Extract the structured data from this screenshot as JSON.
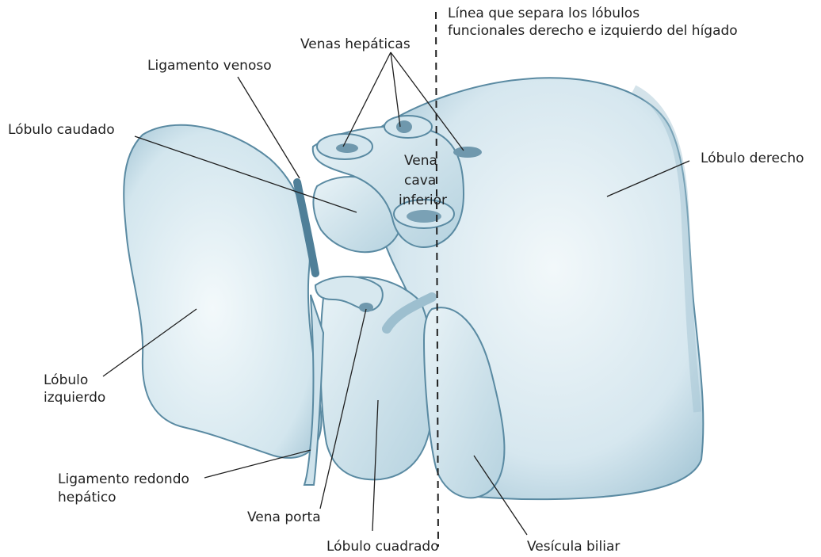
{
  "labels": {
    "separation_line_1": "Línea que separa los lóbulos",
    "separation_line_2": "funcionales derecho e izquierdo del hígado",
    "hepatic_veins": "Venas hepáticas",
    "venous_ligament": "Ligamento venoso",
    "caudate_lobe": "Lóbulo caudado",
    "ivc_1": "Vena",
    "ivc_2": "cava",
    "ivc_3": "inferior",
    "right_lobe": "Lóbulo derecho",
    "left_lobe_1": "Lóbulo",
    "left_lobe_2": "izquierdo",
    "round_ligament_1": "Ligamento redondo",
    "round_ligament_2": "hepático",
    "portal_vein": "Vena porta",
    "quadrate_lobe": "Lóbulo cuadrado",
    "gallbladder": "Vesícula biliar"
  },
  "colors": {
    "liver_fill": "#c5dde8",
    "liver_light": "#e6f1f5",
    "liver_outline": "#5a8aa2",
    "dark_structure": "#4f7f98",
    "leader_line": "#1f1f1f"
  }
}
